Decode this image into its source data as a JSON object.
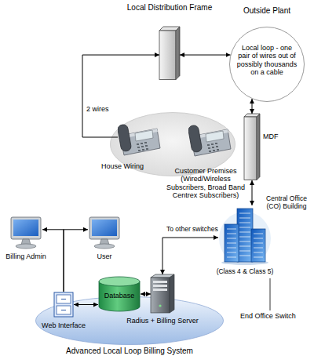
{
  "diagram": {
    "nodes": [
      {
        "text": [
          "Local Distribution Frame"
        ]
      },
      {
        "text": [
          "Outside Plant",
          "Local loop - one pair of wires out of possibly thousands on a cable"
        ]
      },
      {
        "text": [
          "Customer Premises (Wired/Wireless Subscribers, Broad Band Centrex Subscribers)"
        ]
      },
      {
        "text": [
          "House Wiring"
        ],
        "in": 2
      },
      {
        "text": [
          "MDF"
        ]
      },
      {
        "text": [
          "Central Office (CO) Building",
          "(Class 4 & Class 5)"
        ]
      },
      {
        "text": [
          "Billing Admin"
        ]
      },
      {
        "text": [
          "User"
        ]
      },
      {
        "text": [
          "Advanced Local Loop Billing System"
        ]
      },
      {
        "text": [
          "Web Interface"
        ],
        "in": 8
      },
      {
        "text": [
          "Database"
        ],
        "in": 8
      },
      {
        "text": [
          "Radius + Billing Server"
        ],
        "in": 8
      }
    ],
    "edges": [
      {
        "from": 0,
        "to": 1,
        "arrow": "both"
      },
      {
        "from": 1,
        "to": 4,
        "arrow": "both"
      },
      {
        "from": 4,
        "to": 5,
        "arrow": "both"
      },
      {
        "from": 3,
        "to": 0,
        "arrow": "to"
      },
      {
        "from": 9,
        "to": 6,
        "arrow": "to"
      },
      {
        "from": 9,
        "to": 7,
        "arrow": "to"
      },
      {
        "from": 9,
        "to": 10,
        "arrow": "both"
      },
      {
        "from": 10,
        "to": 11,
        "arrow": "both"
      },
      {
        "from": 11,
        "to": 5,
        "arrow": "both"
      }
    ],
    "labels": [
      "2 wires",
      "To other switches",
      "End Office Switch"
    ]
  }
}
